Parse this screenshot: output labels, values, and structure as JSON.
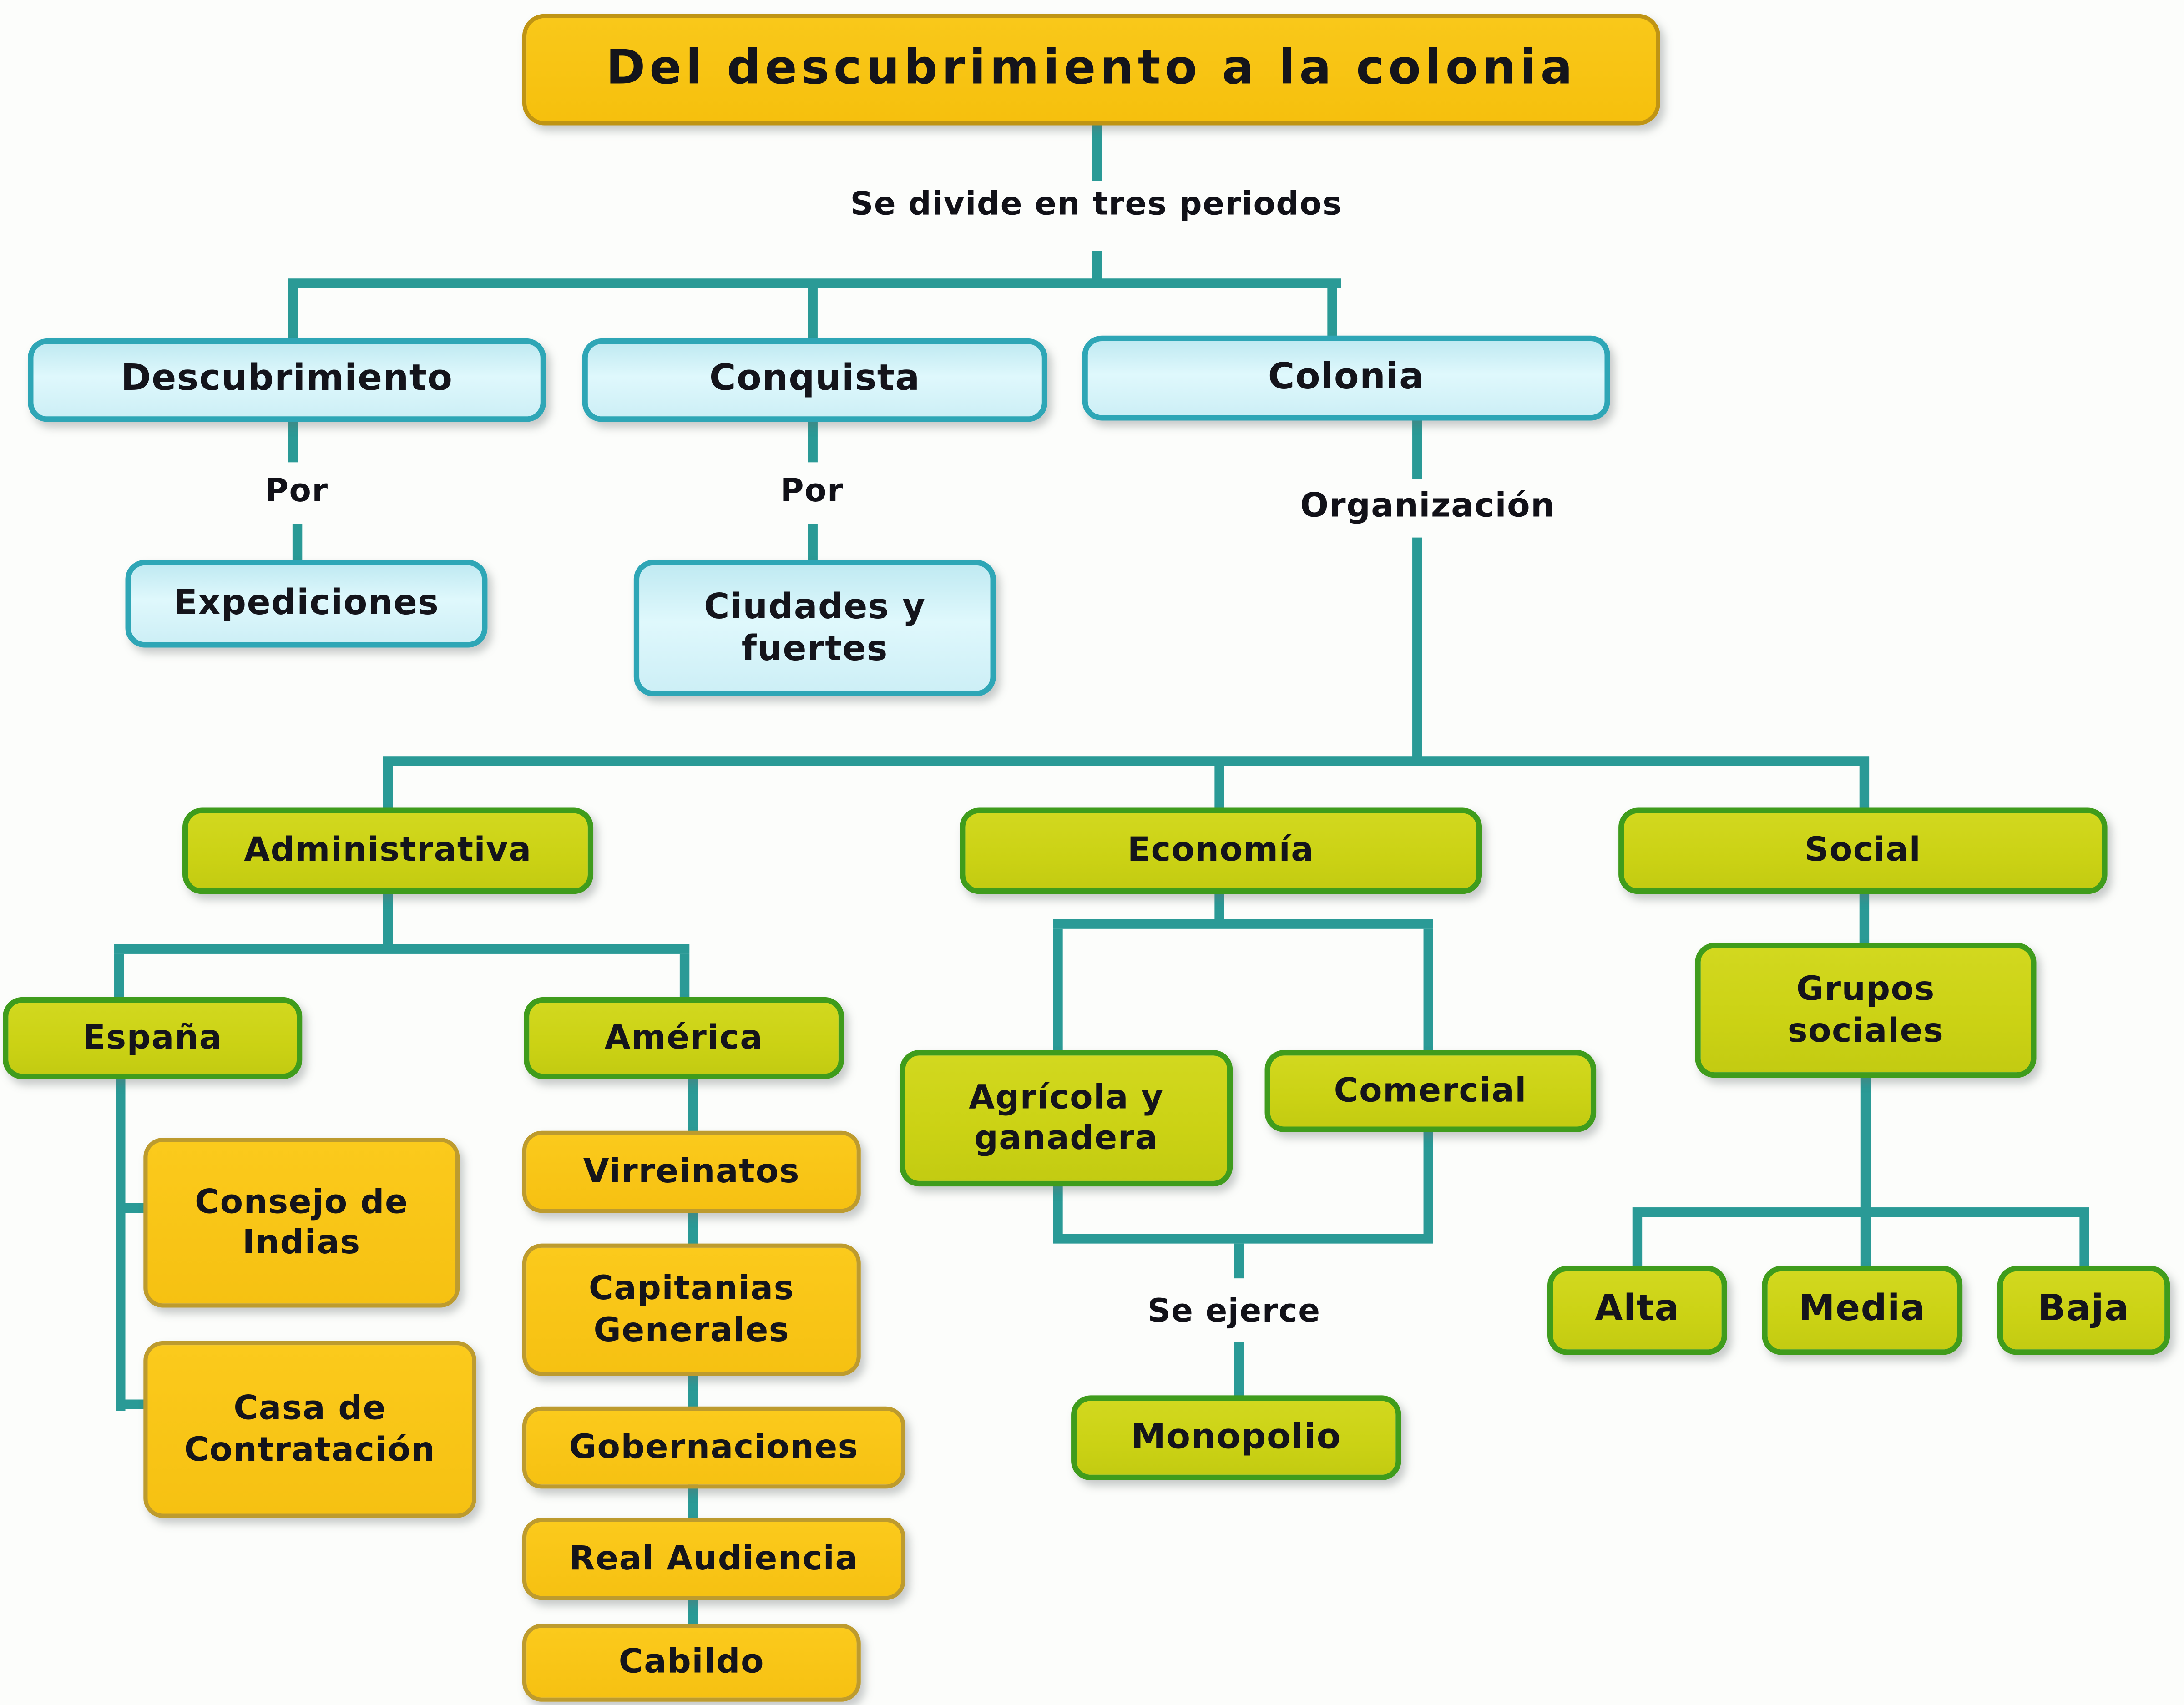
{
  "diagram_type": "concept-map",
  "nodes": {
    "title": {
      "label": "Del descubrimiento a la colonia"
    },
    "descubrimiento": {
      "label": "Descubrimiento"
    },
    "conquista": {
      "label": "Conquista"
    },
    "colonia": {
      "label": "Colonia"
    },
    "expediciones": {
      "label": "Expediciones"
    },
    "ciudades": {
      "label": "Ciudades y fuertes"
    },
    "administrativa": {
      "label": "Administrativa"
    },
    "economia": {
      "label": "Economía"
    },
    "social": {
      "label": "Social"
    },
    "espana": {
      "label": "España"
    },
    "america": {
      "label": "América"
    },
    "consejo": {
      "label": "Consejo de Indias"
    },
    "casa": {
      "label": "Casa de Contratación"
    },
    "virreinatos": {
      "label": "Virreinatos"
    },
    "capitanias": {
      "label": "Capitanias Generales"
    },
    "gobernaciones": {
      "label": "Gobernaciones"
    },
    "real_audiencia": {
      "label": "Real Audiencia"
    },
    "cabildo": {
      "label": "Cabildo"
    },
    "agricola": {
      "label": "Agrícola y ganadera"
    },
    "comercial": {
      "label": "Comercial"
    },
    "monopolio": {
      "label": "Monopolio"
    },
    "grupos": {
      "label": "Grupos sociales"
    },
    "alta": {
      "label": "Alta"
    },
    "media": {
      "label": "Media"
    },
    "baja": {
      "label": "Baja"
    }
  },
  "edge_labels": {
    "divide": "Se divide en tres periodos",
    "por1": "Por",
    "por2": "Por",
    "organizacion": "Organización",
    "se_ejerce": "Se ejerce"
  },
  "hierarchy": {
    "root": "title",
    "relations": [
      {
        "from": "title",
        "label": "Se divide en tres periodos",
        "to": [
          "descubrimiento",
          "conquista",
          "colonia"
        ]
      },
      {
        "from": "descubrimiento",
        "label": "Por",
        "to": [
          "expediciones"
        ]
      },
      {
        "from": "conquista",
        "label": "Por",
        "to": [
          "ciudades"
        ]
      },
      {
        "from": "colonia",
        "label": "Organización",
        "to": [
          "administrativa",
          "economia",
          "social"
        ]
      },
      {
        "from": "administrativa",
        "label": "",
        "to": [
          "espana",
          "america"
        ]
      },
      {
        "from": "espana",
        "label": "",
        "to": [
          "consejo",
          "casa"
        ]
      },
      {
        "from": "america",
        "label": "",
        "to": [
          "virreinatos",
          "capitanias",
          "gobernaciones",
          "real_audiencia",
          "cabildo"
        ]
      },
      {
        "from": "economia",
        "label": "",
        "to": [
          "agricola",
          "comercial"
        ]
      },
      {
        "from": "agricola,comercial",
        "label": "Se ejerce",
        "to": [
          "monopolio"
        ]
      },
      {
        "from": "social",
        "label": "",
        "to": [
          "grupos"
        ]
      },
      {
        "from": "grupos",
        "label": "",
        "to": [
          "alta",
          "media",
          "baja"
        ]
      }
    ]
  },
  "colors": {
    "background": "#fcfdfb",
    "connector": "#2a9a96",
    "title_fill": "#f8c411",
    "title_border": "#bf9414",
    "period_fill": "#d3f2f8",
    "period_border": "#2ea6b6",
    "category_fill": "#ccd317",
    "category_border": "#3f9c1c",
    "detail_fill": "#f9c716",
    "detail_border": "#bd9b2e",
    "text": "#14141b"
  }
}
